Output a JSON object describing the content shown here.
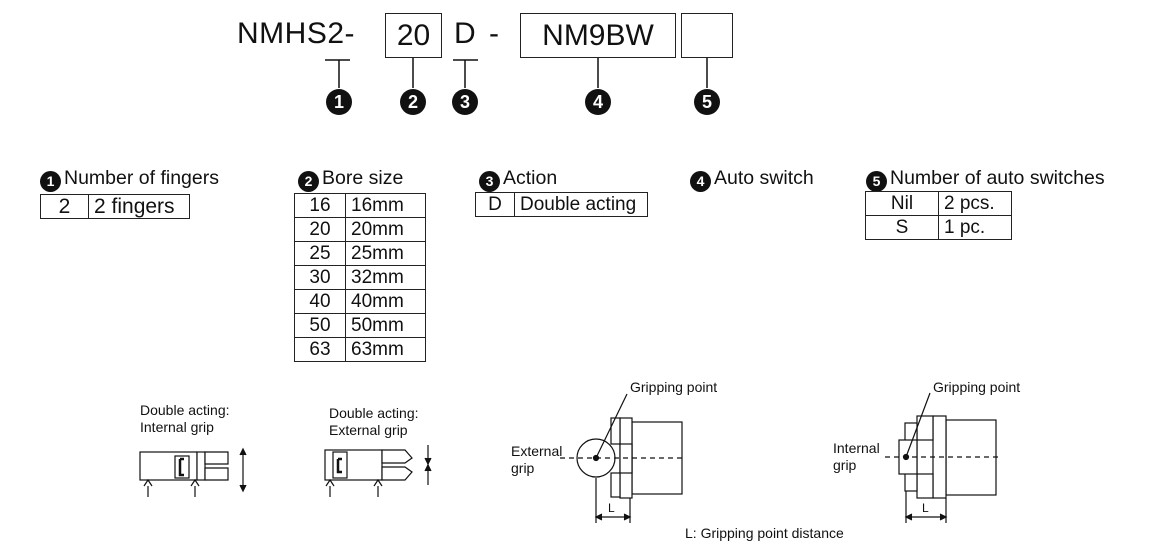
{
  "code": {
    "prefix": "NMHS2-",
    "bore_value": "20",
    "action_value": "D",
    "dash": "-",
    "switch_value": "NM9BW",
    "count_value": ""
  },
  "callouts": [
    "1",
    "2",
    "3",
    "4",
    "5"
  ],
  "sections": {
    "fingers": {
      "num": "1",
      "title": "Number of fingers",
      "rows": [
        {
          "code": "2",
          "desc": "2 fingers"
        }
      ]
    },
    "bore": {
      "num": "2",
      "title": "Bore size",
      "rows": [
        {
          "code": "16",
          "desc": "16mm"
        },
        {
          "code": "20",
          "desc": "20mm"
        },
        {
          "code": "25",
          "desc": "25mm"
        },
        {
          "code": "30",
          "desc": "32mm"
        },
        {
          "code": "40",
          "desc": "40mm"
        },
        {
          "code": "50",
          "desc": "50mm"
        },
        {
          "code": "63",
          "desc": "63mm"
        }
      ]
    },
    "action": {
      "num": "3",
      "title": "Action",
      "rows": [
        {
          "code": "D",
          "desc": "Double acting"
        }
      ]
    },
    "auto_switch": {
      "num": "4",
      "title": "Auto switch"
    },
    "switch_count": {
      "num": "5",
      "title": "Number of auto switches",
      "rows": [
        {
          "code": "Nil",
          "desc": "2 pcs."
        },
        {
          "code": "S",
          "desc": "1 pc."
        }
      ]
    }
  },
  "diagrams": {
    "internal_grip_title": [
      "Double acting:",
      "Internal grip"
    ],
    "external_grip_title": [
      "Double acting:",
      "External grip"
    ],
    "gripping_point_1": "Gripping point",
    "gripping_point_2": "Gripping point",
    "external_label": [
      "External",
      "grip"
    ],
    "internal_label": [
      "Internal",
      "grip"
    ],
    "dim_L": "L",
    "footnote": "L: Gripping point distance"
  }
}
